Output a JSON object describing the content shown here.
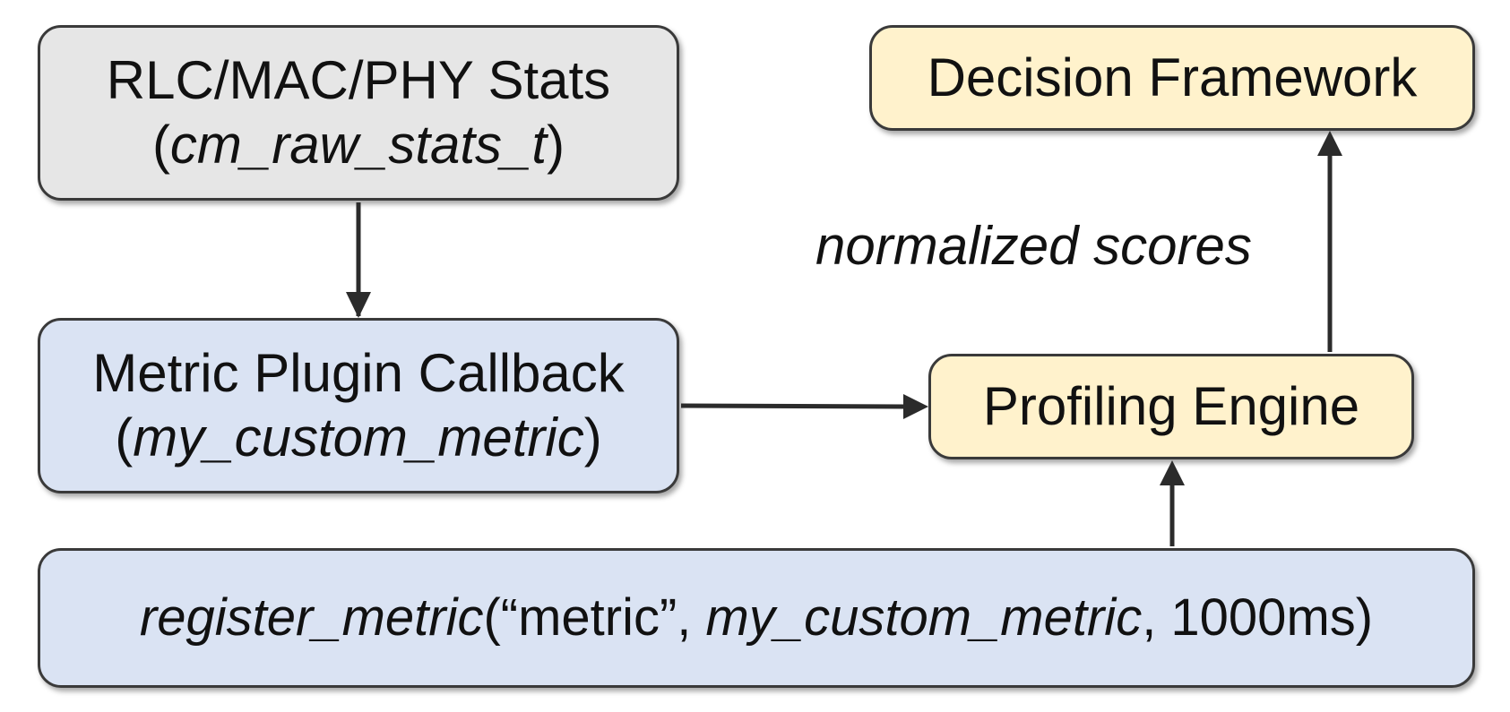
{
  "boxes": {
    "stats": {
      "line1": "RLC/MAC/PHY Stats",
      "open": "(",
      "type_name": "cm_raw_stats_t",
      "close": ")",
      "fill": "#e6e6e6"
    },
    "plugin": {
      "line1": "Metric Plugin Callback",
      "open": "(",
      "func_name": "my_custom_metric",
      "close": ")",
      "fill": "#dae3f3"
    },
    "decision": {
      "label": "Decision Framework",
      "fill": "#fff2cc"
    },
    "engine": {
      "label": "Profiling Engine",
      "fill": "#fff2cc"
    },
    "register": {
      "func": "register_metric",
      "args_open": "(“metric”, ",
      "callback": "my_custom_metric",
      "args_close": ", 1000ms)",
      "fill": "#dae3f3"
    }
  },
  "edge_labels": {
    "scores": "normalized scores"
  },
  "colors": {
    "border": "#3a3a3a",
    "arrow": "#2b2b2b"
  }
}
